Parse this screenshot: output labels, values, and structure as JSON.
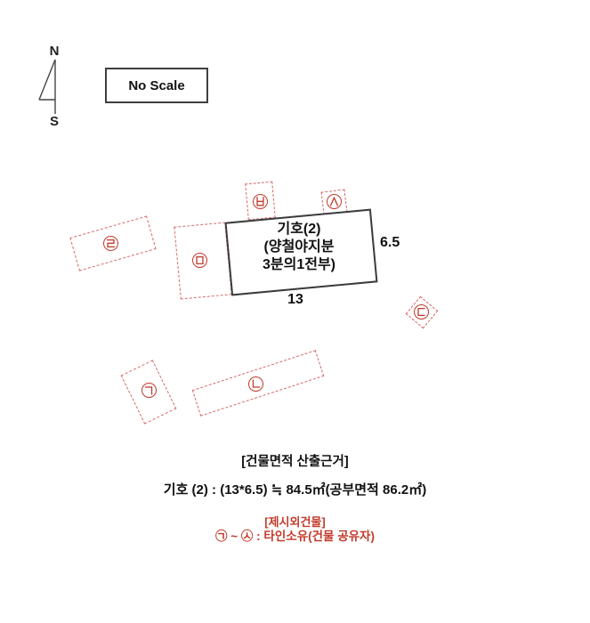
{
  "colors": {
    "background": "#ffffff",
    "text": "#111111",
    "building_outline": "#3b3b3b",
    "red_outline": "#d46a6a",
    "red_marker": "#c0392b",
    "red_text": "#c23b2b"
  },
  "compass": {
    "north": "N",
    "south": "S"
  },
  "scale_box": {
    "label": "No Scale"
  },
  "building": {
    "name_lines": [
      "기호(2)",
      "(양철야지분",
      "3분의1전부)"
    ],
    "bottom_dimension": "13",
    "side_dimension": "6.5"
  },
  "outbuildings": [
    {
      "id": "g",
      "symbol": "㉠",
      "jamo": "ㄱ"
    },
    {
      "id": "n",
      "symbol": "㉡",
      "jamo": "ㄴ"
    },
    {
      "id": "d",
      "symbol": "㉢",
      "jamo": "ㄷ"
    },
    {
      "id": "r",
      "symbol": "㉣",
      "jamo": "ㄹ"
    },
    {
      "id": "m",
      "symbol": "㉤",
      "jamo": "ㅁ"
    },
    {
      "id": "b",
      "symbol": "㉥",
      "jamo": "ㅂ"
    },
    {
      "id": "s",
      "symbol": "㉦",
      "jamo": "ㅅ"
    }
  ],
  "notes": {
    "area_title": "[건물면적 산출근거]",
    "area_formula": "기호 (2) : (13*6.5) ≒ 84.5㎡(공부면적 86.2㎡)",
    "extra_title": "[제시외건물]",
    "extra_note": "㉠ ~ ㉦ : 타인소유(건물 공유자)"
  }
}
